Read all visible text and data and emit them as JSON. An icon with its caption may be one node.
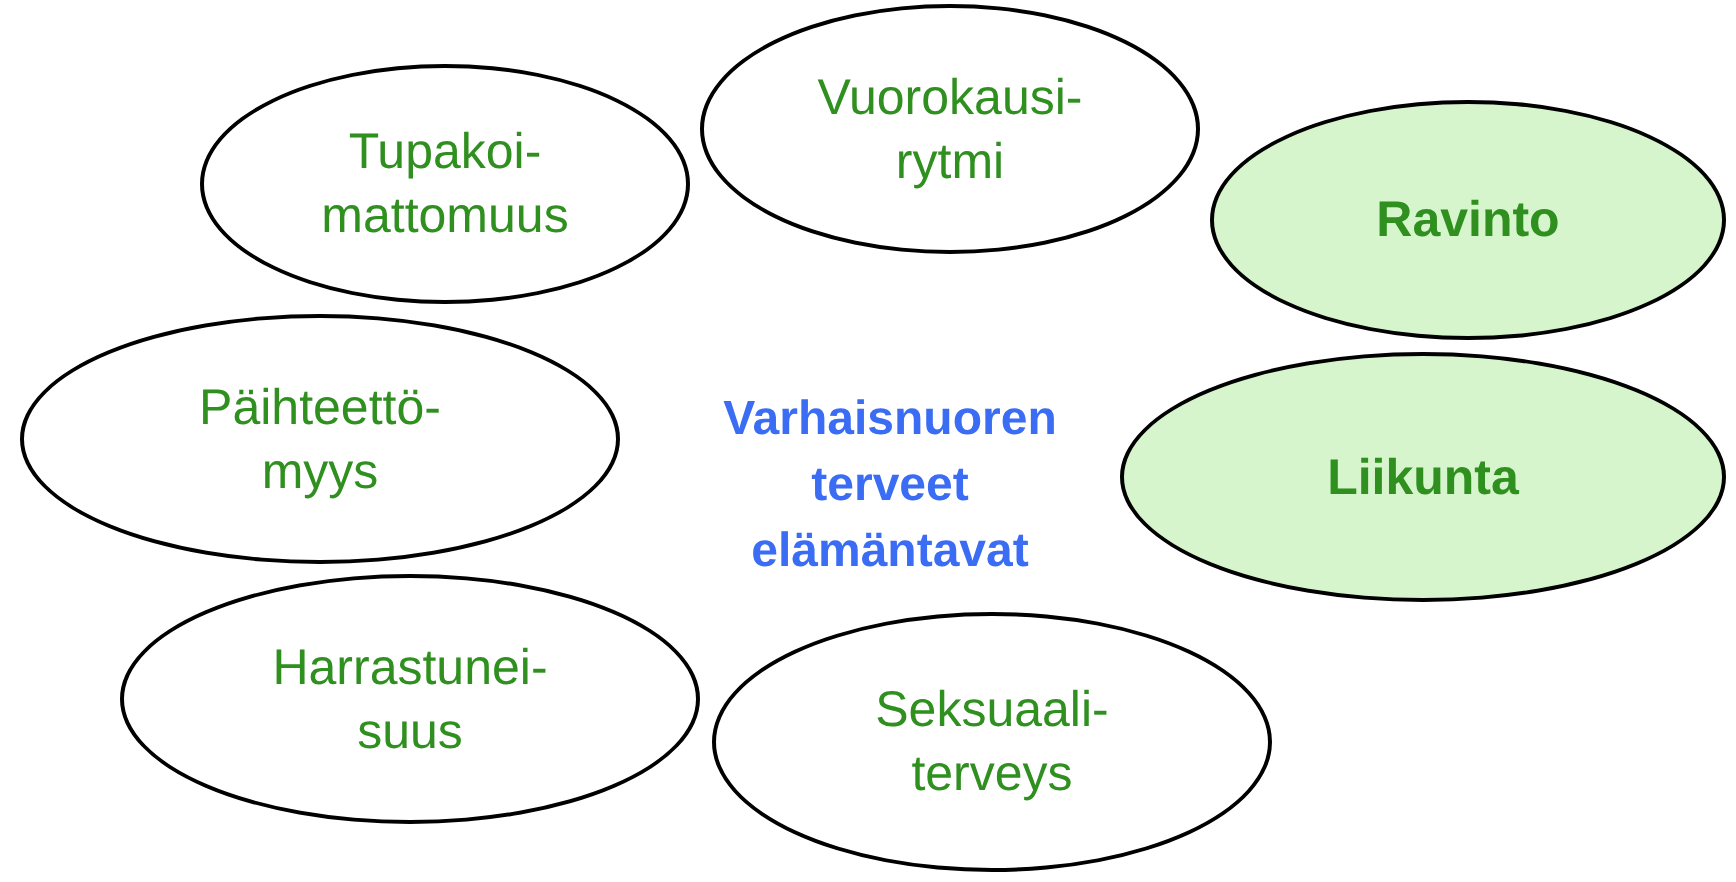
{
  "diagram": {
    "nodes": [
      {
        "text": [
          "Tupakoi- mattomuus"
        ]
      },
      {
        "text": [
          "Vuorokausi- rytmi"
        ]
      },
      {
        "text": [
          "Ravinto"
        ]
      },
      {
        "text": [
          "Päihteettö- myys"
        ]
      },
      {
        "text": [
          "Liikunta"
        ]
      },
      {
        "text": [
          "Harrastunei- suus"
        ]
      },
      {
        "text": [
          "Seksuaali- terveys"
        ]
      }
    ],
    "labels": [
      "Varhaisnuoren terveet elämäntavat"
    ]
  }
}
